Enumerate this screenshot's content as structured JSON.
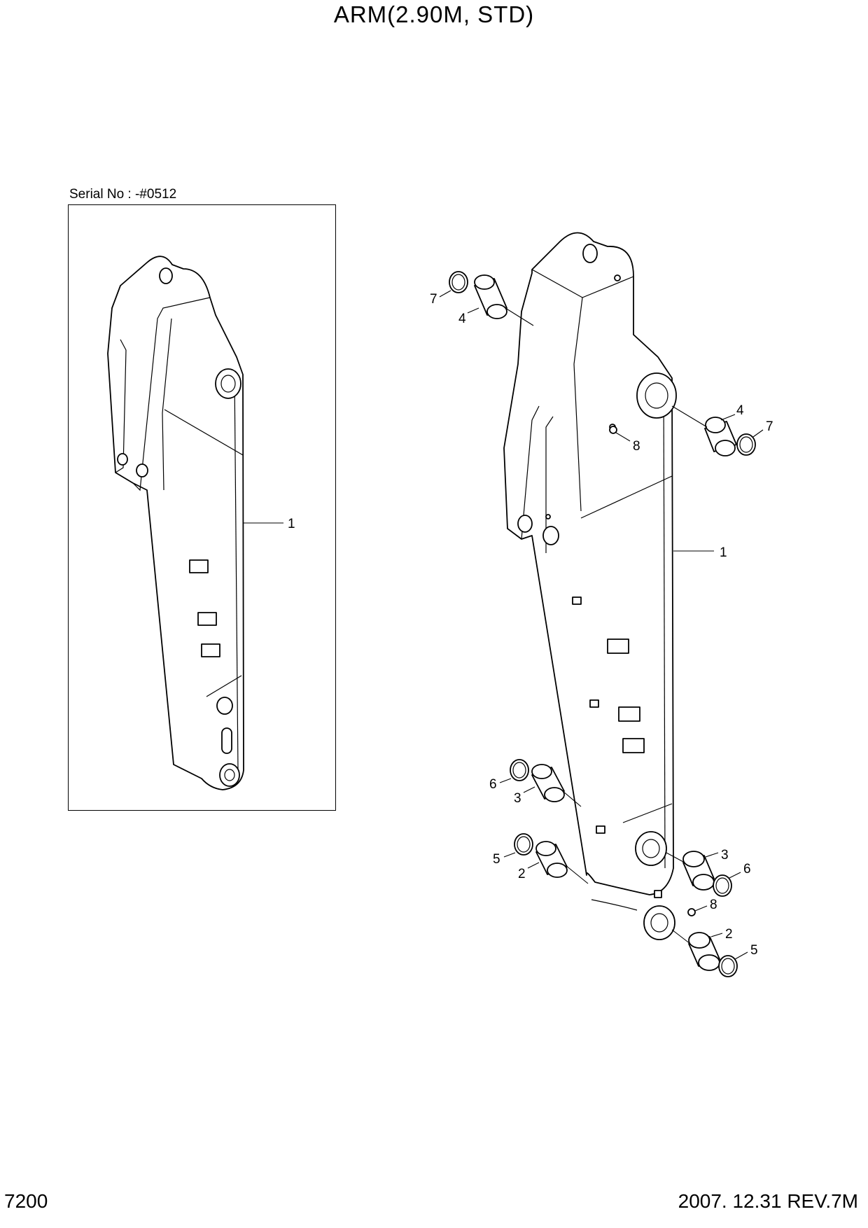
{
  "title": "ARM(2.90M, STD)",
  "serial_label": "Serial No : -#0512",
  "page_number": "7200",
  "revision": "2007. 12.31  REV.7M",
  "callouts": {
    "left_arm": "1",
    "arm": "1",
    "pin_bush_top": "4",
    "ring_top": "7",
    "pin_bush_mid": "4",
    "ring_mid": "7",
    "grease_top": "8",
    "bush_3_left": "3",
    "ring_6_left": "6",
    "bush_2_left": "2",
    "ring_5_left": "5",
    "bush_3_right": "3",
    "ring_6_right": "6",
    "grease_bottom": "8",
    "bush_2_right": "2",
    "ring_5_right": "5"
  }
}
